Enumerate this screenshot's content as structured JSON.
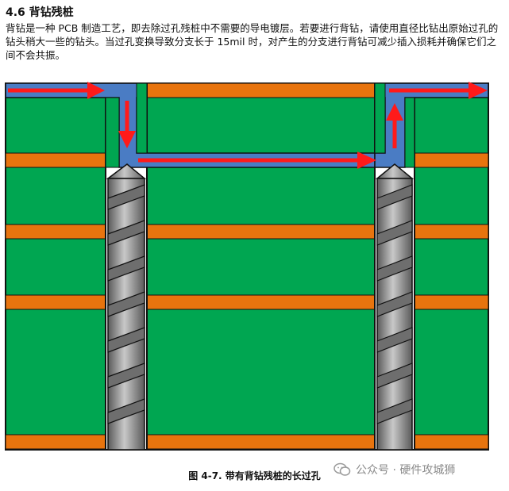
{
  "section": {
    "heading": "4.6 背钻残桩",
    "paragraph": "背钻是一种 PCB 制造工艺，即去除过孔残桩中不需要的导电镀层。若要进行背钻，请使用直径比钻出原始过孔的钻头稍大一些的钻头。当过孔变换导致分支长于 15mil 时，对产生的分支进行背钻可减少插入损耗并确保它们之间不会共振。"
  },
  "figure": {
    "caption": "图 4-7. 带有背钻残桩的长过孔",
    "colors": {
      "board": "#00a651",
      "copper_layer": "#e8740e",
      "via_plating": "#4a7cc4",
      "signal_arrow": "#ff1a1a",
      "drill": "#8c8c8c",
      "outline": "#111111"
    }
  },
  "watermark": {
    "text": "公众号 · 硬件攻城狮",
    "icon": "wechat-icon"
  }
}
